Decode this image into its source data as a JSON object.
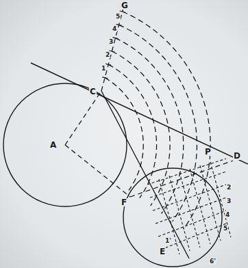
{
  "diagram": {
    "labels": [
      "G",
      "5",
      "4",
      "3",
      "2",
      "1",
      "C",
      "A",
      "P",
      "D",
      "F",
      "E",
      "2",
      "3",
      "4",
      "5",
      "1'",
      "6'"
    ]
  }
}
